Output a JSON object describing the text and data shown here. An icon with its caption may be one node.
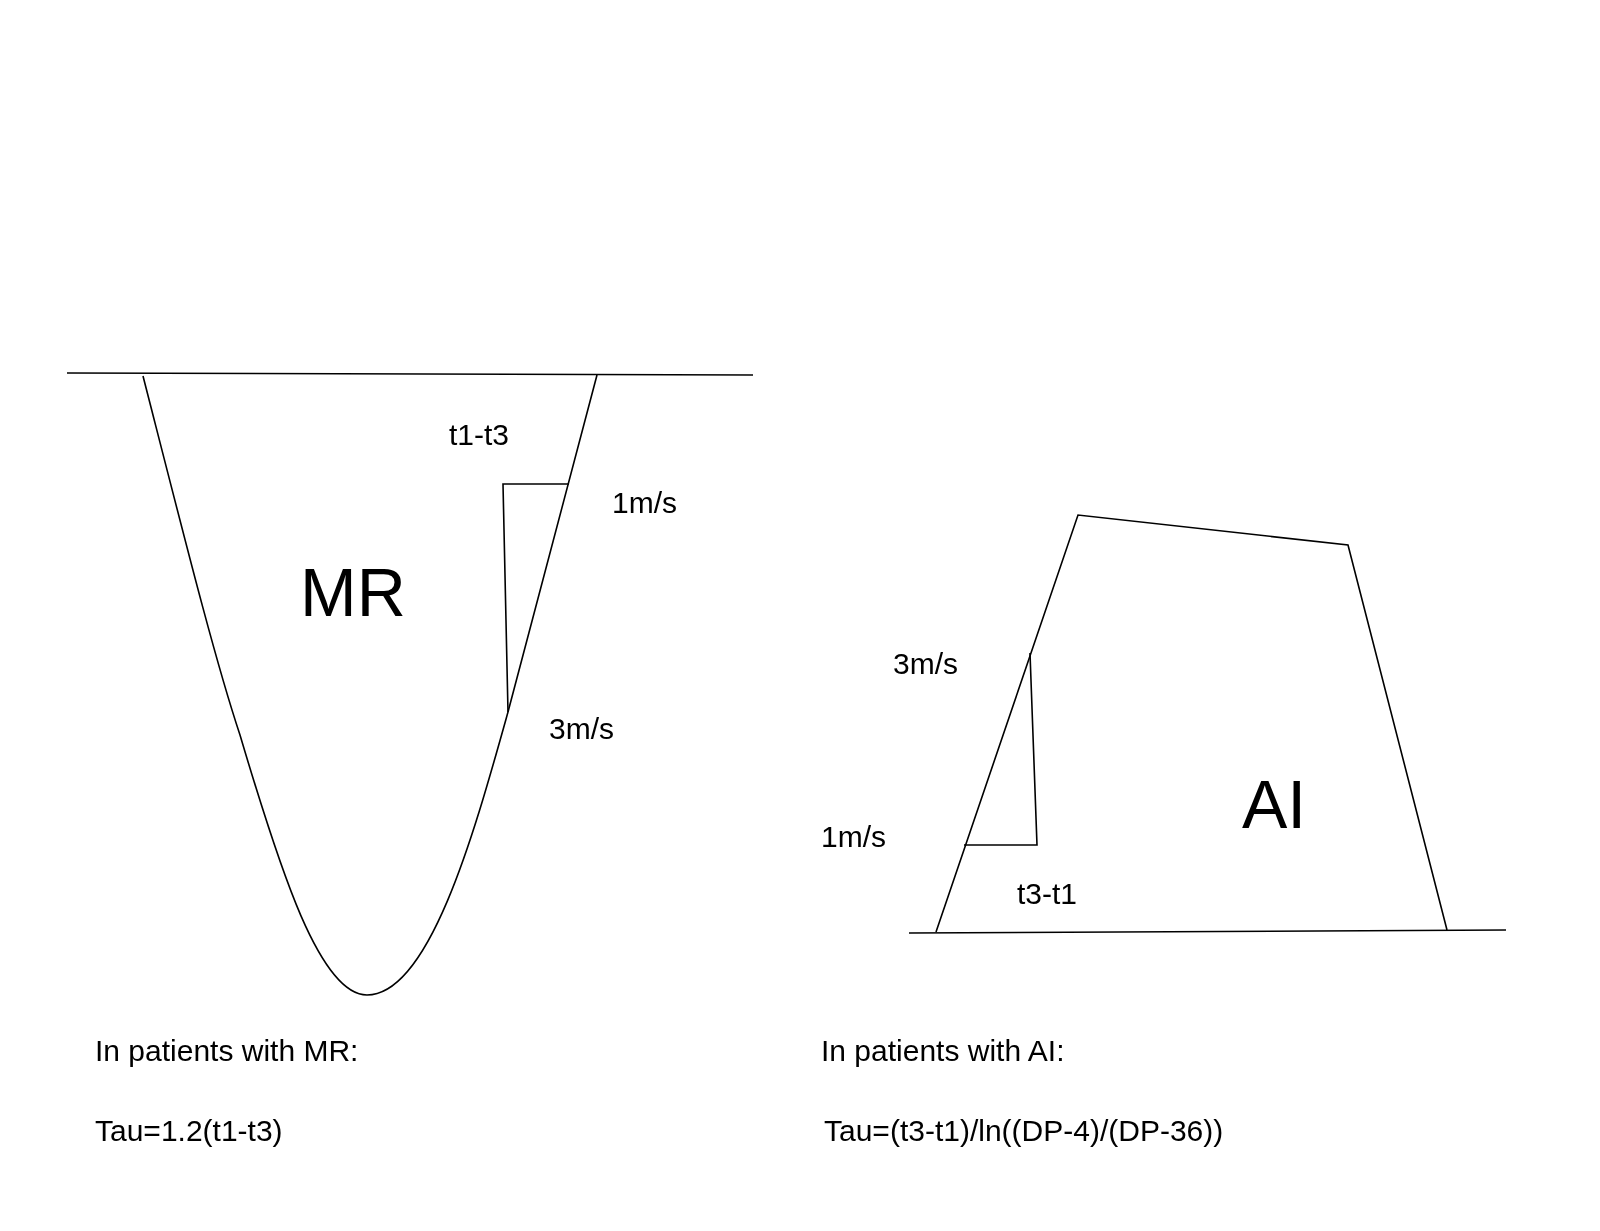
{
  "diagram": {
    "nodes": [
      {
        "text": [
          "MR"
        ]
      },
      {
        "text": [
          "AI"
        ]
      }
    ],
    "labels": [
      "t1-t3",
      "1m/s",
      "3m/s",
      "3m/s",
      "1m/s",
      "t3-t1",
      "In patients with MR:",
      "Tau=1.2(t1-t3)",
      "In patients with AI:",
      "Tau=(t3-t1)/ln((DP-4)/(DP-36))"
    ]
  }
}
